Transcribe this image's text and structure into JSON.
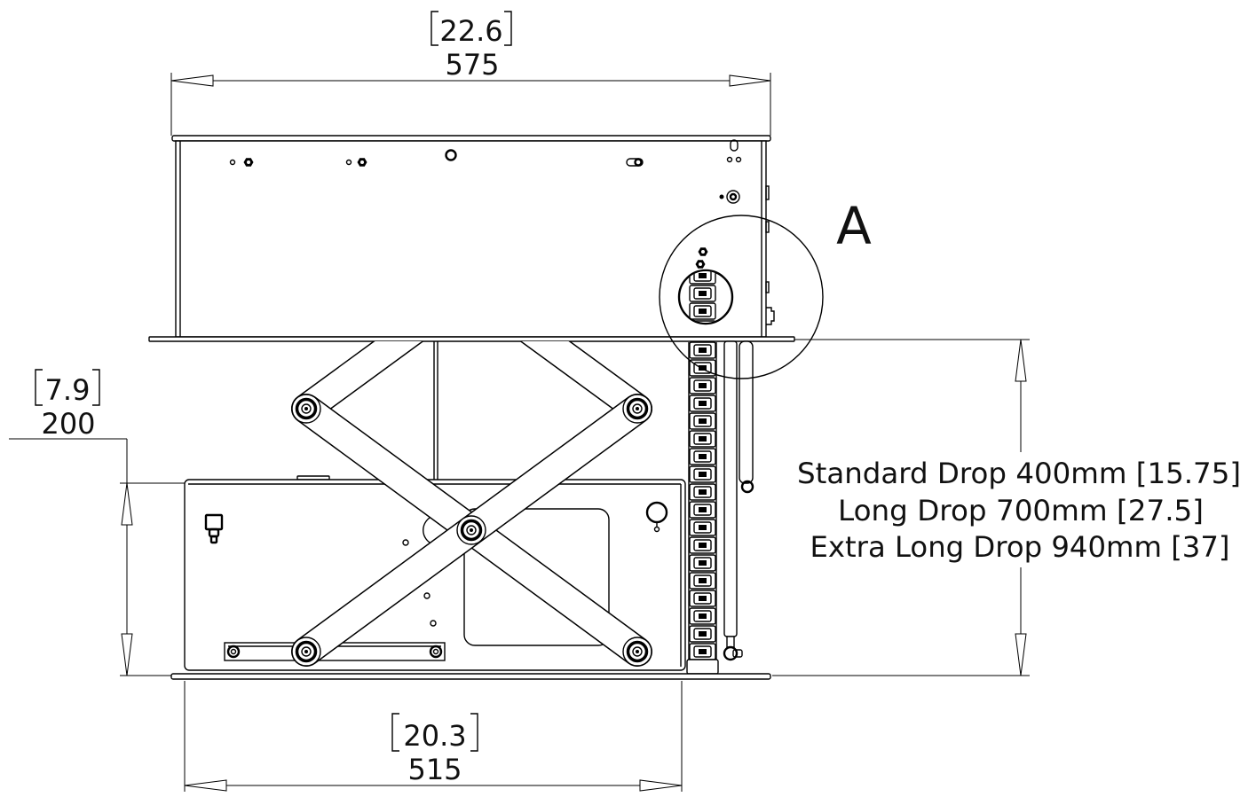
{
  "top_dimension": {
    "inches": "22.6",
    "mm": "575"
  },
  "height_dimension": {
    "inches": "7.9",
    "mm": "200"
  },
  "bottom_dimension": {
    "inches": "20.3",
    "mm": "515"
  },
  "detail_label": "A",
  "drop_dimension": {
    "lines": [
      "Standard Drop 400mm [15.75]",
      "Long Drop 700mm [27.5]",
      "Extra Long Drop 940mm [37]"
    ]
  }
}
